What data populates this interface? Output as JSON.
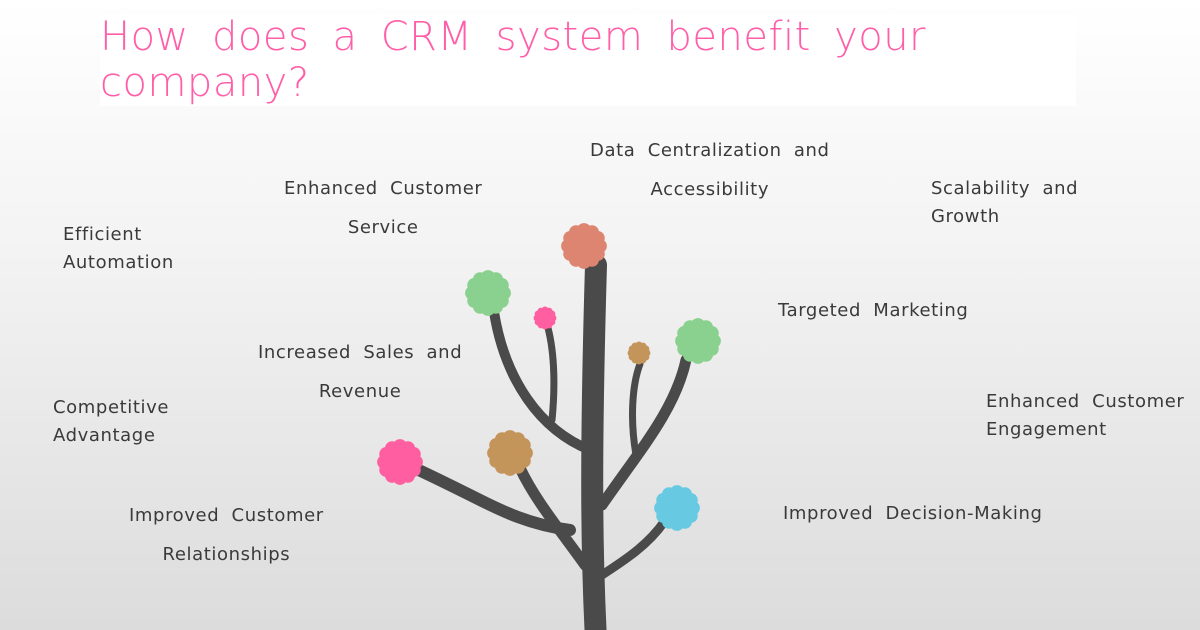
{
  "title": "How does a CRM system benefit your company?",
  "benefits": {
    "data_centralization": [
      "Data Centralization and",
      "Accessibility"
    ],
    "customer_service": [
      "Enhanced Customer",
      "Service"
    ],
    "scalability": [
      "Scalability and",
      "Growth"
    ],
    "automation": [
      "Efficient",
      "Automation"
    ],
    "marketing": [
      "Targeted Marketing"
    ],
    "sales": [
      "Increased Sales and",
      "Revenue"
    ],
    "competitive": [
      "Competitive",
      "Advantage"
    ],
    "engagement": [
      "Enhanced Customer",
      "Engagement"
    ],
    "relationships": [
      "Improved Customer",
      "Relationships"
    ],
    "decision": [
      "Improved Decision-Making"
    ]
  },
  "colors": {
    "title": "#ff5fa8",
    "trunk": "#4a4a4a",
    "salmon": "#dd8570",
    "green": "#8ad08e",
    "pink": "#ff5fa0",
    "brown": "#c4955a",
    "blue": "#68c9e2"
  }
}
